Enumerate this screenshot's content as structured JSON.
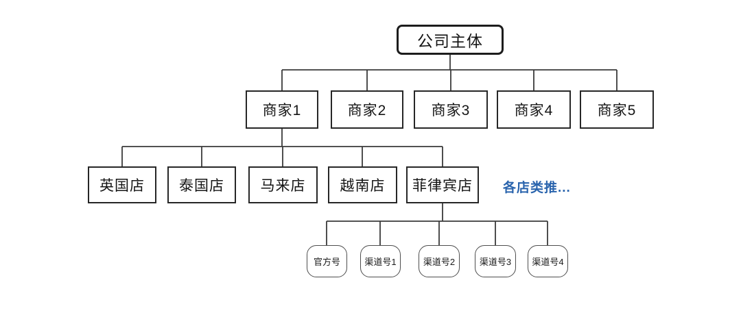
{
  "diagram": {
    "root": {
      "label": "公司主体"
    },
    "merchants": [
      {
        "label": "商家1"
      },
      {
        "label": "商家2"
      },
      {
        "label": "商家3"
      },
      {
        "label": "商家4"
      },
      {
        "label": "商家5"
      }
    ],
    "stores": [
      {
        "label": "英国店"
      },
      {
        "label": "泰国店"
      },
      {
        "label": "马来店"
      },
      {
        "label": "越南店"
      },
      {
        "label": "菲律宾店"
      }
    ],
    "note": {
      "label": "各店类推...",
      "color": "#2a64ad"
    },
    "channels": [
      {
        "label": "官方号"
      },
      {
        "label": "渠道号1"
      },
      {
        "label": "渠道号2"
      },
      {
        "label": "渠道号3"
      },
      {
        "label": "渠道号4"
      }
    ],
    "colors": {
      "background": "#ffffff",
      "node_border": "#262626",
      "connector_line": "#3a3a3a",
      "text": "#141414"
    }
  }
}
